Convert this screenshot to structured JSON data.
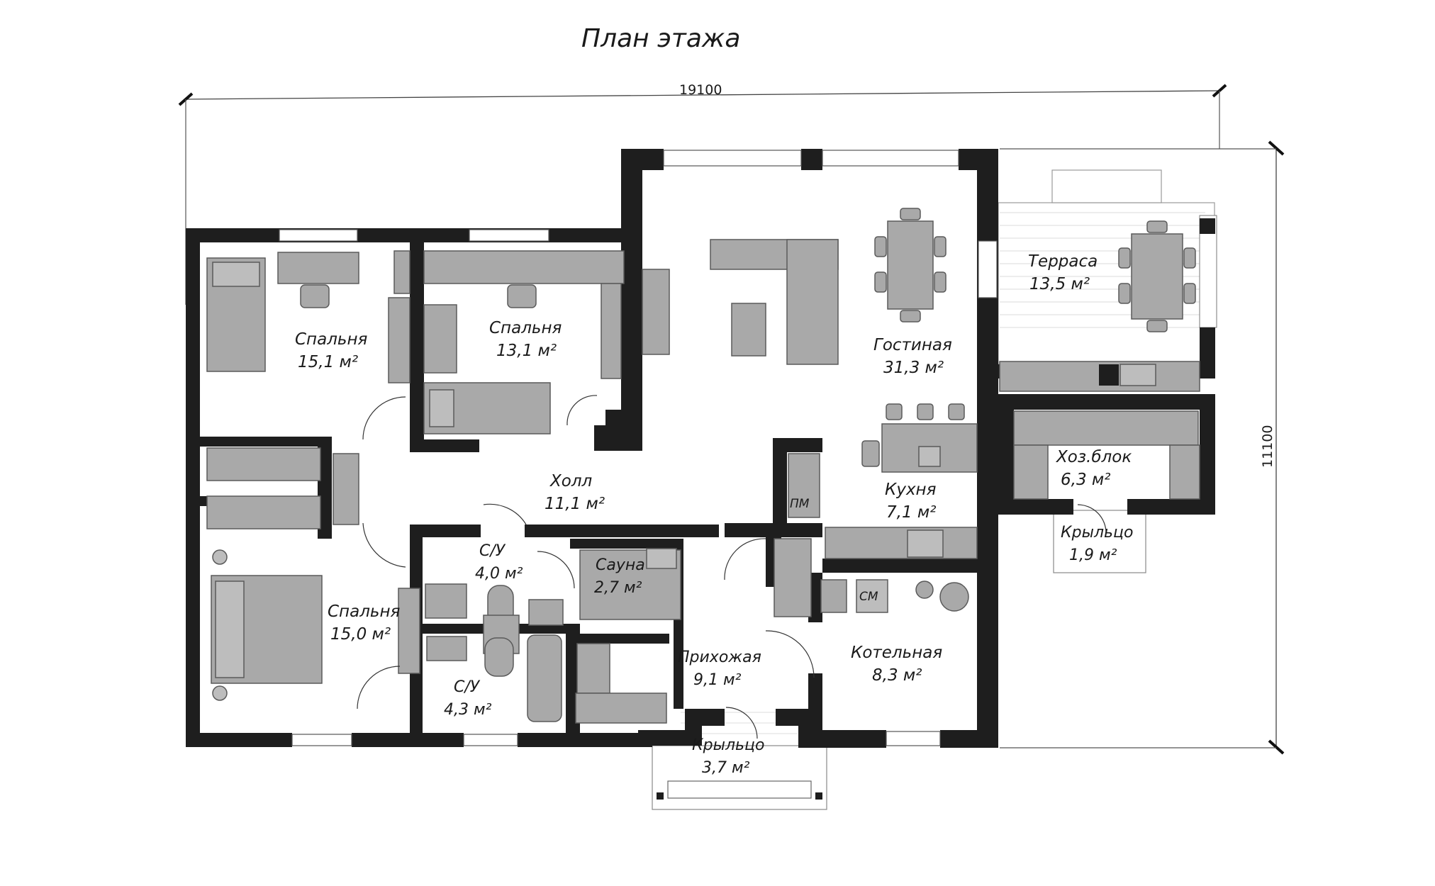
{
  "title": "План этажа",
  "dimensions": {
    "width": "19100",
    "height": "11100"
  },
  "rooms": [
    {
      "id": "bedroom-1",
      "name": "Спальня",
      "area": "15,1 м²"
    },
    {
      "id": "bedroom-2",
      "name": "Спальня",
      "area": "13,1 м²"
    },
    {
      "id": "living",
      "name": "Гостиная",
      "area": "31,3 м²"
    },
    {
      "id": "terrace",
      "name": "Терраса",
      "area": "13,5 м²"
    },
    {
      "id": "hall",
      "name": "Холл",
      "area": "11,1 м²"
    },
    {
      "id": "kitchen",
      "name": "Кухня",
      "area": "7,1 м²"
    },
    {
      "id": "utility",
      "name": "Хоз.блок",
      "area": "6,3 м²"
    },
    {
      "id": "porch-side",
      "name": "Крыльцо",
      "area": "1,9 м²"
    },
    {
      "id": "bath-1",
      "name": "С/У",
      "area": "4,0 м²"
    },
    {
      "id": "sauna",
      "name": "Сауна",
      "area": "2,7 м²"
    },
    {
      "id": "bedroom-3",
      "name": "Спальня",
      "area": "15,0 м²"
    },
    {
      "id": "entry",
      "name": "Прихожая",
      "area": "9,1 м²"
    },
    {
      "id": "boiler",
      "name": "Котельная",
      "area": "8,3 м²"
    },
    {
      "id": "bath-2",
      "name": "С/У",
      "area": "4,3 м²"
    },
    {
      "id": "porch-main",
      "name": "Крыльцо",
      "area": "3,7 м²"
    }
  ],
  "appliances": {
    "fridge": "ПМ",
    "washer": "СМ"
  }
}
